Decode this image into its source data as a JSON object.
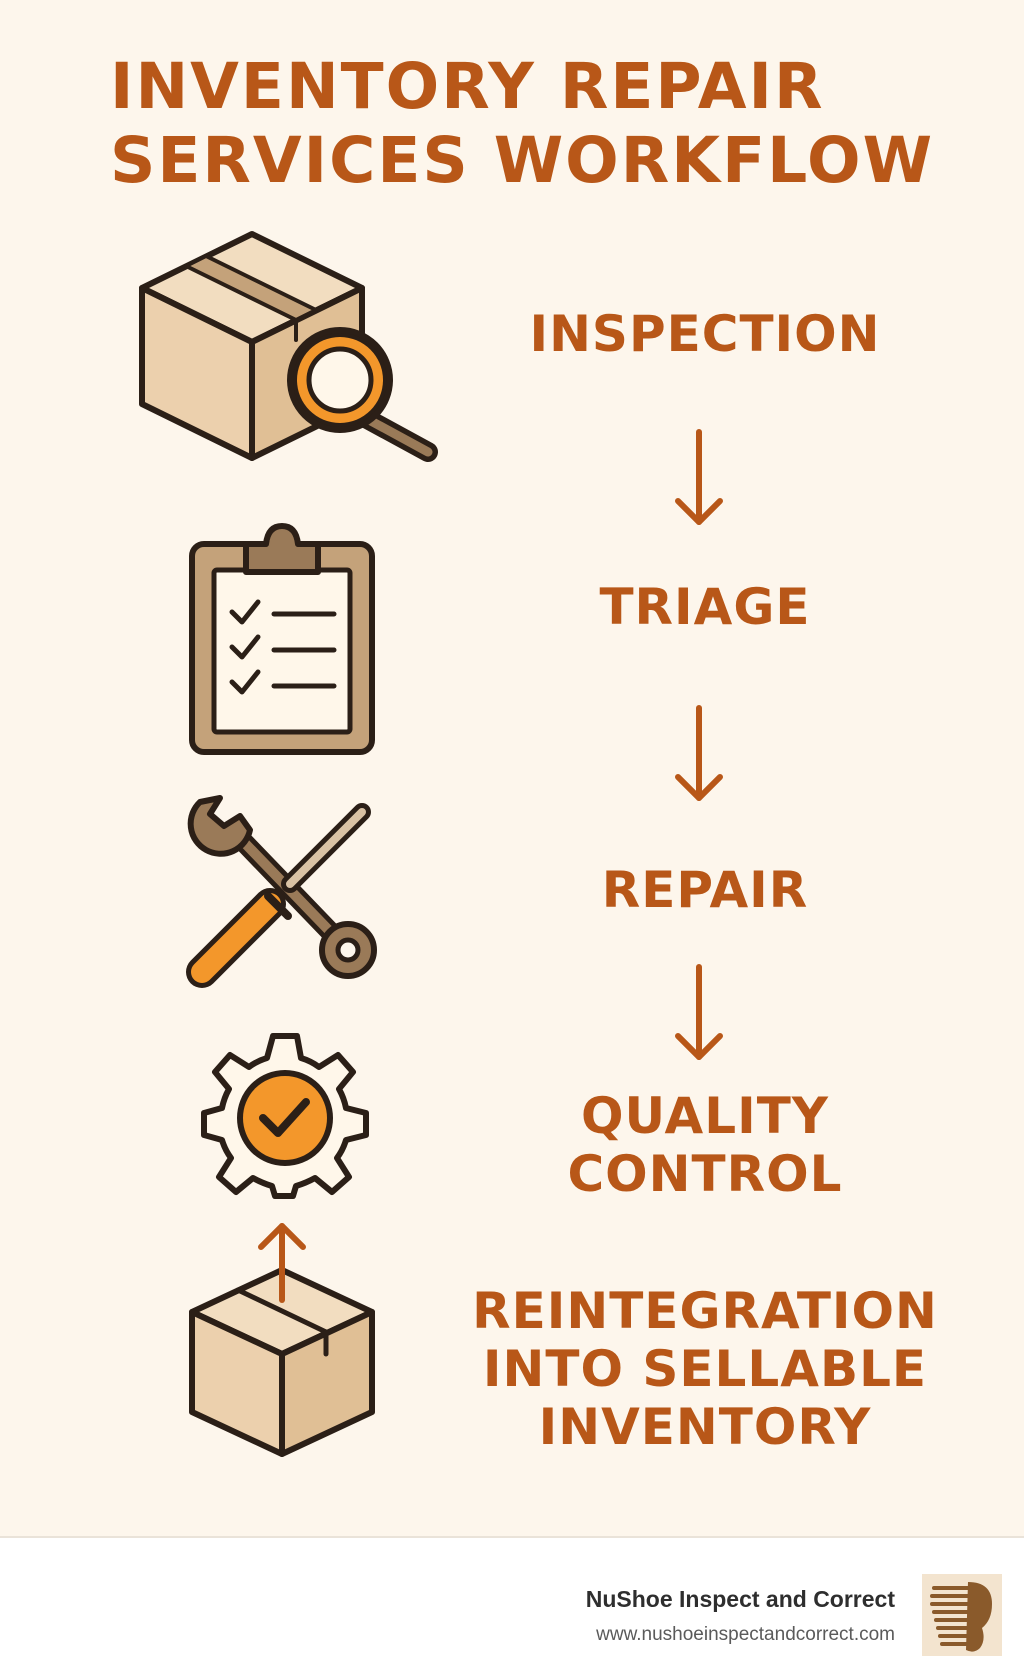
{
  "title": {
    "line1": "INVENTORY REPAIR",
    "line2": "SERVICES WORKFLOW"
  },
  "steps": [
    {
      "lines": [
        "INSPECTION"
      ],
      "icon": "box-with-magnifier-icon"
    },
    {
      "lines": [
        "TRIAGE"
      ],
      "icon": "clipboard-checklist-icon"
    },
    {
      "lines": [
        "REPAIR"
      ],
      "icon": "wrench-screwdriver-icon"
    },
    {
      "lines": [
        "QUALITY",
        "CONTROL"
      ],
      "icon": "gear-checkmark-icon"
    },
    {
      "lines": [
        "REINTEGRATION",
        "INTO SELLABLE",
        "INVENTORY"
      ],
      "icon": "box-up-arrow-icon"
    }
  ],
  "footer": {
    "brand_name": "NuShoe Inspect and Correct",
    "url": "www.nushoeinspectandcorrect.com",
    "logo_icon": "nushoe-logo-icon"
  },
  "colors": {
    "background": "#fdf6ec",
    "accent": "#b85718",
    "icon_orange": "#f3972b",
    "box_fill": "#ecd0ad",
    "outline": "#2b1f17"
  }
}
